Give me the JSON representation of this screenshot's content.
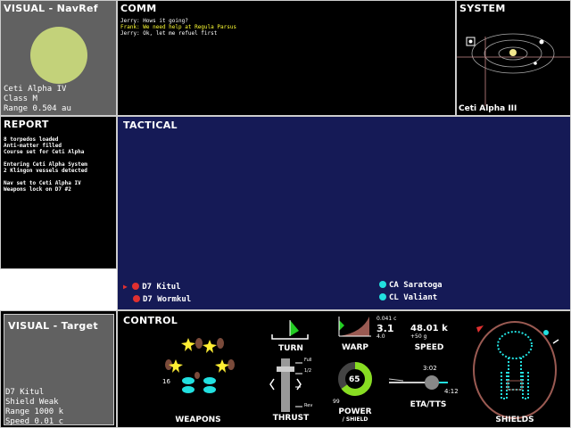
{
  "visual_nav": {
    "title": "VISUAL - NavRef",
    "planet": "Ceti Alpha IV",
    "class": "Class M",
    "range": "Range 0.504 au",
    "planet_color": "#c3d27a"
  },
  "comm": {
    "title": "COMM",
    "lines": [
      {
        "text": "Jerry: Hows it going?",
        "color": "#ffffff"
      },
      {
        "text": "Frank: We need help at Regula Parsus",
        "color": "#ffff33"
      },
      {
        "text": "Jerry: Ok, let me refuel first",
        "color": "#ffffff"
      }
    ]
  },
  "system": {
    "title": "SYSTEM",
    "name": "Ceti Alpha III"
  },
  "report": {
    "title": "REPORT",
    "lines": [
      "8 torpedos loaded",
      "Anti-matter filled",
      "Course set for Ceti Alpha",
      "",
      "Entering Ceti Alpha System",
      "2 Klingon vessels detected",
      "",
      "Nav set to Ceti Alpha IV",
      "Weapons lock on D7 #2"
    ]
  },
  "tactical": {
    "title": "TACTICAL",
    "bg": "#151a56",
    "enemies": [
      {
        "name": "D7 Kitul",
        "selected": true
      },
      {
        "name": "D7 Wormkul",
        "selected": false
      }
    ],
    "friends": [
      {
        "name": "CA Saratoga"
      },
      {
        "name": "CL Valiant"
      }
    ],
    "enemy_color": "#e03030",
    "friend_color": "#22e0e0"
  },
  "visual_target": {
    "title": "VISUAL - Target",
    "name": "D7 Kitul",
    "shield": "Shield Weak",
    "range": "Range 1000 k",
    "speed": "Speed 0.01 c"
  },
  "control": {
    "title": "CONTROL",
    "weapons": {
      "label": "WEAPONS",
      "count": "16"
    },
    "turn": {
      "label": "TURN"
    },
    "thrust": {
      "label": "THRUST",
      "full": "Full",
      "half": "1/2",
      "rev": "Rev"
    },
    "warp": {
      "label": "WARP",
      "top": "0.041 c",
      "value": "3.1",
      "min": "4.0"
    },
    "speed": {
      "label": "SPEED",
      "value": "48.01 k",
      "accel": "+50 g"
    },
    "power": {
      "label": "POWER",
      "sub": "/ SHIELD",
      "value": "65",
      "reserve": "99",
      "level": 0.65
    },
    "eta": {
      "label": "ETA/TTS",
      "eta": "3:02",
      "tts": "4:12"
    },
    "shields": {
      "label": "SHIELDS"
    }
  }
}
